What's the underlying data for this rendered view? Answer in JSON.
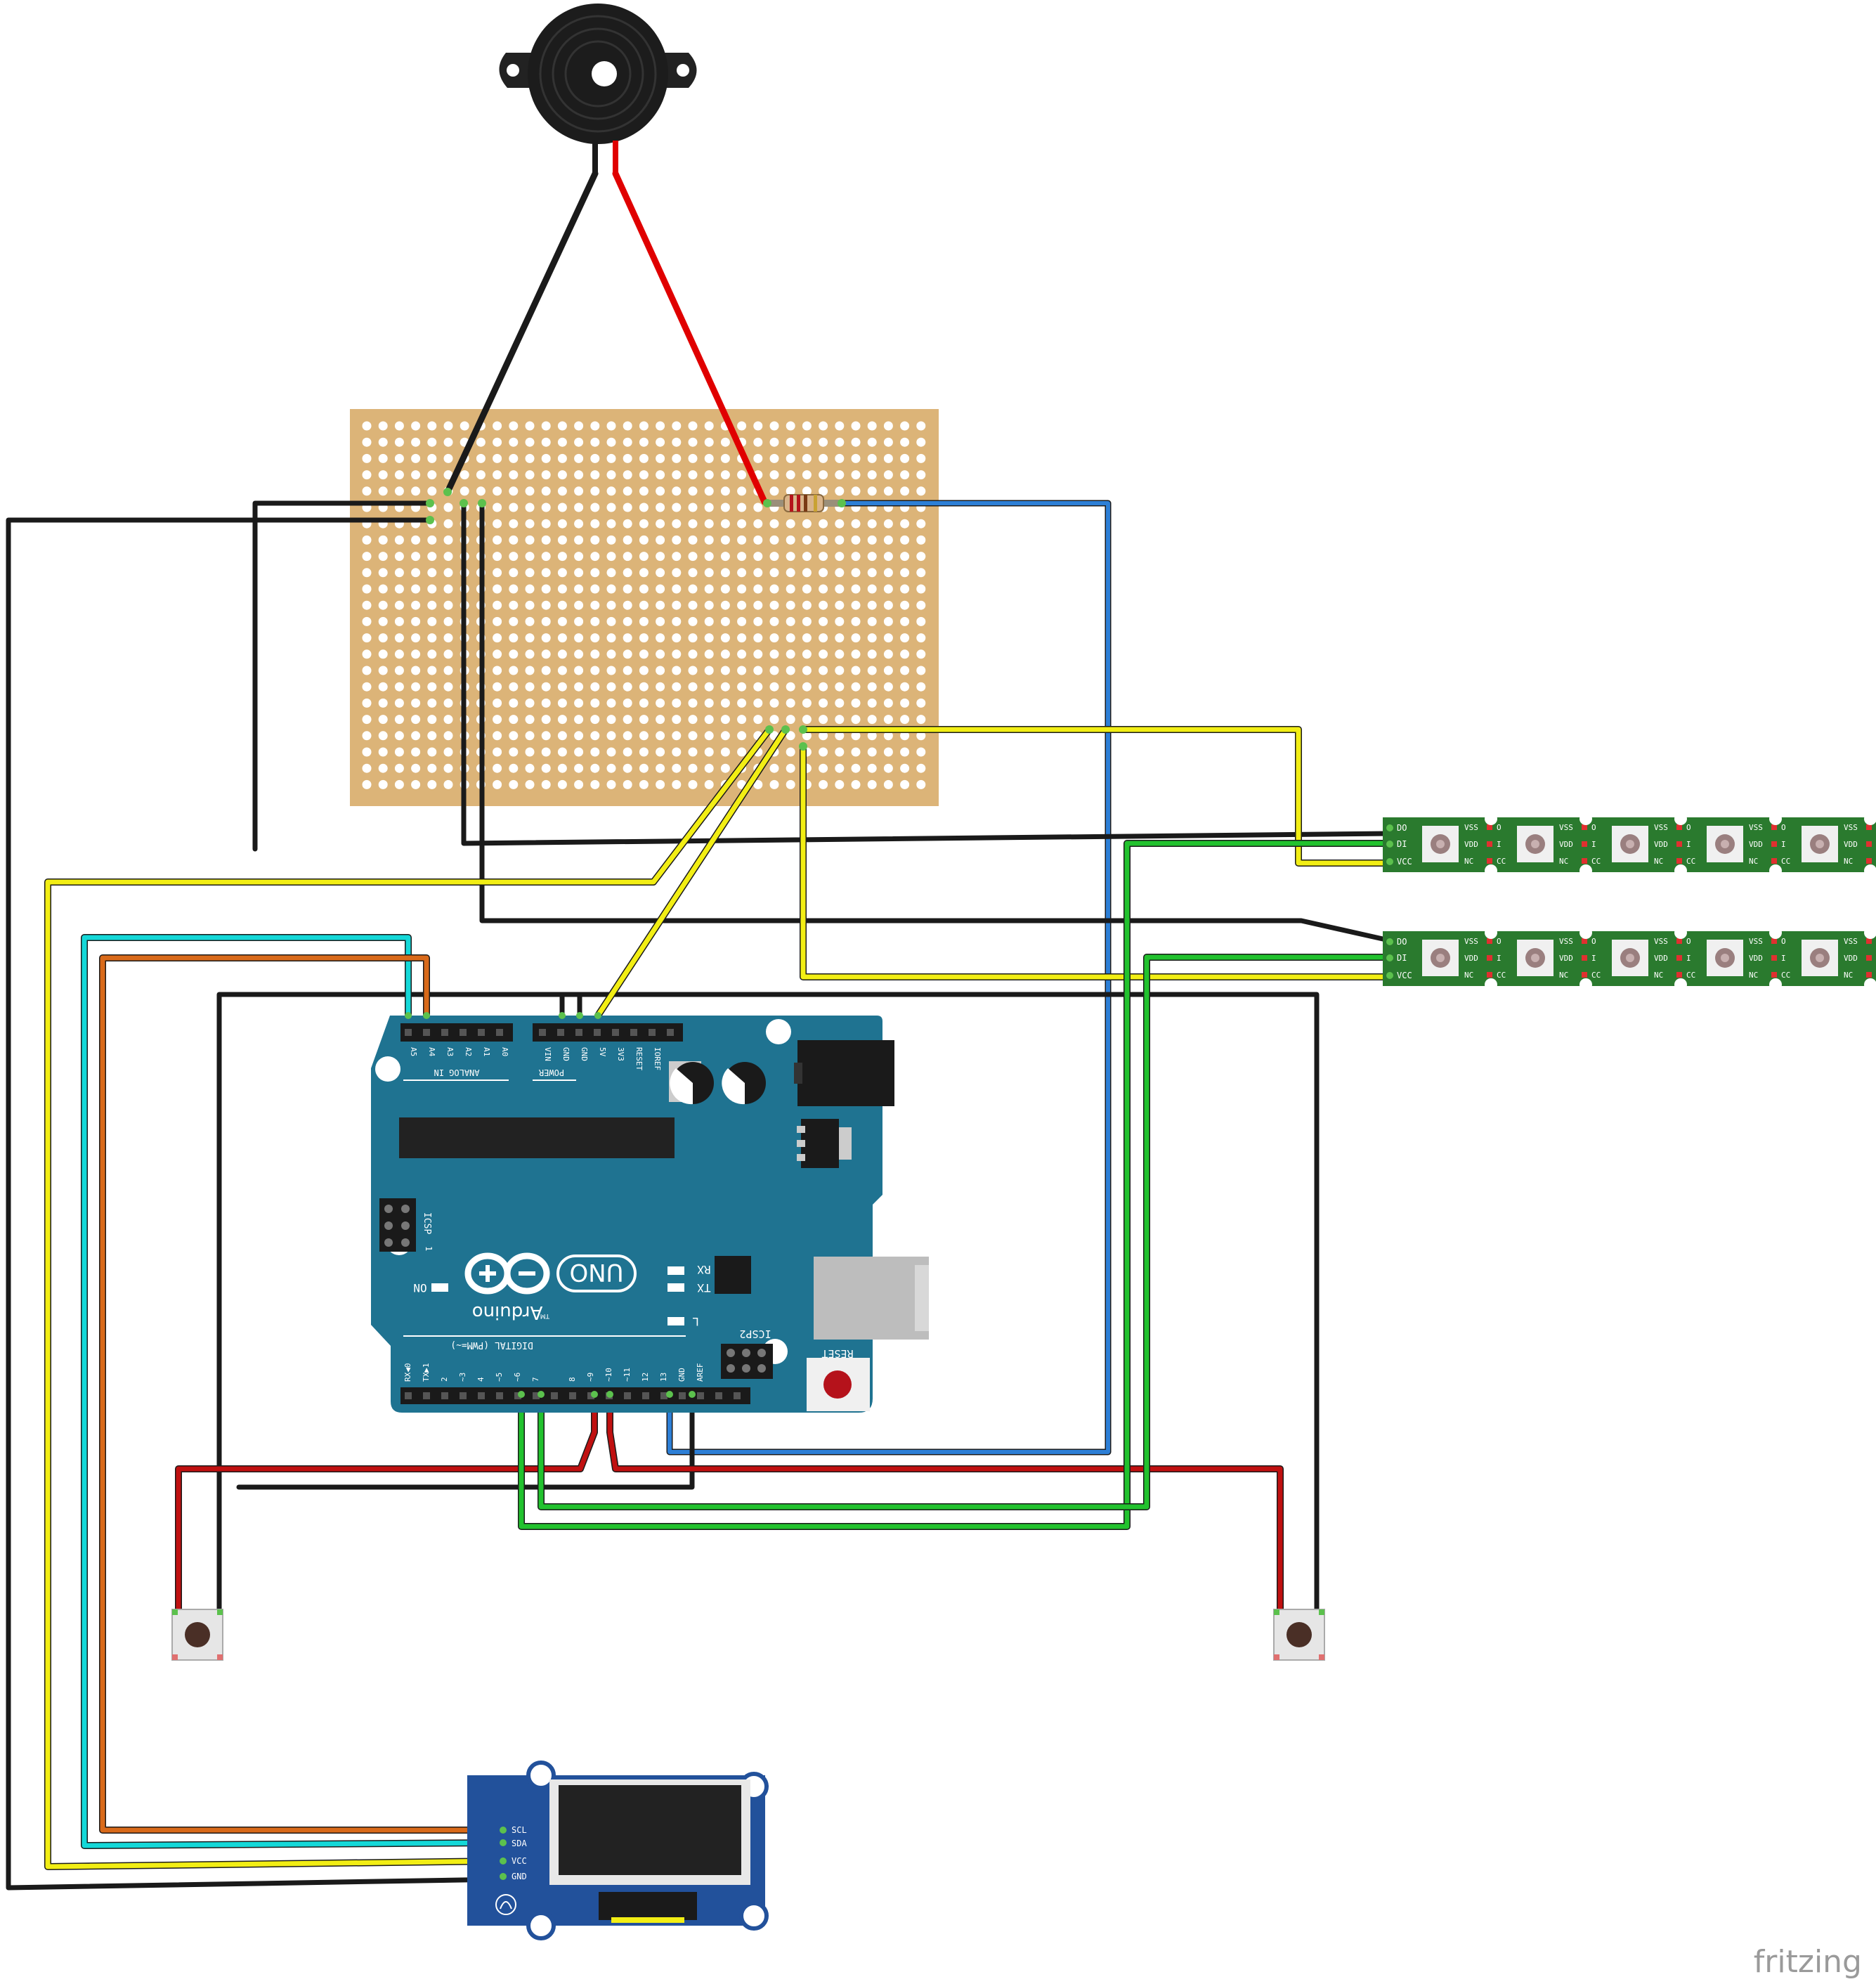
{
  "arduino": {
    "analog_header": "ANALOG IN",
    "analog_pins": [
      "A5",
      "A4",
      "A3",
      "A2",
      "A1",
      "A0"
    ],
    "power_header": "POWER",
    "power_pins": [
      "VIN",
      "GND",
      "GND",
      "5V",
      "3V3",
      "RESET",
      "IOREF"
    ],
    "icsp_label": "ICSP",
    "icsp2_label": "ICSP2",
    "brand": "Arduino",
    "tm": "TM",
    "model": "UNO",
    "on_label": "ON",
    "rx_label": "RX",
    "tx_label": "TX",
    "l_label": "L",
    "digital_header": "DIGITAL (PWM=~)",
    "digital_pins": [
      "AREF",
      "GND",
      "13",
      "12",
      "~11",
      "~10",
      "~9",
      "8",
      "7",
      "~6",
      "~5",
      "4",
      "~3",
      "2",
      "TX▶1",
      "RX◀0"
    ],
    "reset_label": "RESET",
    "icsp_pin_mark": "1"
  },
  "oled": {
    "pins": [
      "SCL",
      "SDA",
      "VCC",
      "GND"
    ]
  },
  "led_strip": {
    "input_pins": [
      "DO",
      "DI",
      "VCC"
    ],
    "segment_labels": [
      "VSS",
      "O",
      "I",
      "VDD",
      "NC",
      "CC"
    ]
  },
  "watermark": "fritzing",
  "colors": {
    "wire_black": "#1a1a1a",
    "wire_red": "#e00000",
    "wire_red_dark": "#c01010",
    "wire_blue": "#2d7fd6",
    "wire_yellow": "#f2ee14",
    "wire_green": "#22c22e",
    "wire_cyan": "#14d8d8",
    "wire_orange": "#d96a1a",
    "perfboard": "#dcb478",
    "arduino_pcb": "#1f7391",
    "strip_pcb": "#2a7a2e",
    "oled_pcb": "#22519b"
  }
}
